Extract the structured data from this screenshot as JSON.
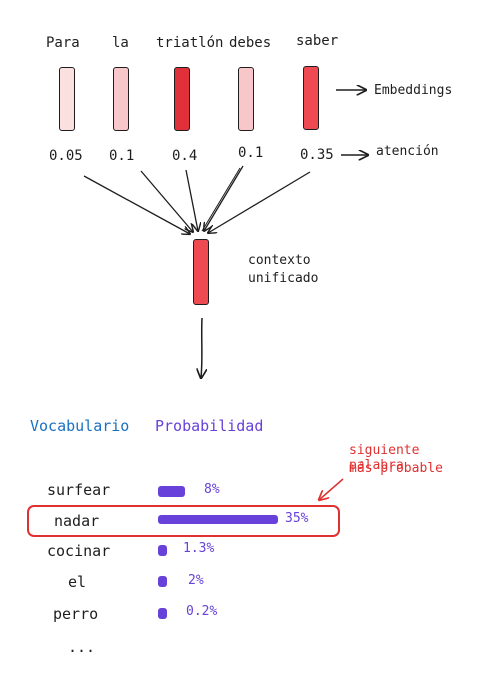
{
  "tokens": [
    {
      "word": "Para",
      "weight": "0.05",
      "color": "#fbe0e0"
    },
    {
      "word": "la",
      "weight": "0.1",
      "color": "#f8c7c9"
    },
    {
      "word": "triatlón",
      "weight": "0.4",
      "color": "#e0313a"
    },
    {
      "word": "debes",
      "weight": "0.1",
      "color": "#f8c7c9"
    },
    {
      "word": "saber",
      "weight": "0.35",
      "color": "#ef4a52"
    }
  ],
  "labels": {
    "embeddings": "Embeddings",
    "atencion": "atención",
    "contexto_line1": "contexto",
    "contexto_line2": "unificado"
  },
  "context_color": "#ef4a52",
  "headers": {
    "vocabulario": "Vocabulario",
    "probabilidad": "Probabilidad"
  },
  "colors": {
    "vocab_header": "#1971c2",
    "prob_header": "#6741d9",
    "highlight": "#e03131"
  },
  "note": {
    "line1": "siguiente palabra",
    "line2": "más probable"
  },
  "vocabulary": [
    {
      "word": "surfear",
      "prob_text": "8%",
      "probability": 0.08
    },
    {
      "word": "nadar",
      "prob_text": "35%",
      "probability": 0.35,
      "highlighted": true
    },
    {
      "word": "cocinar",
      "prob_text": "1.3%",
      "probability": 0.013
    },
    {
      "word": "el",
      "prob_text": "2%",
      "probability": 0.02
    },
    {
      "word": "perro",
      "prob_text": "0.2%",
      "probability": 0.002
    }
  ],
  "ellipsis": "..."
}
